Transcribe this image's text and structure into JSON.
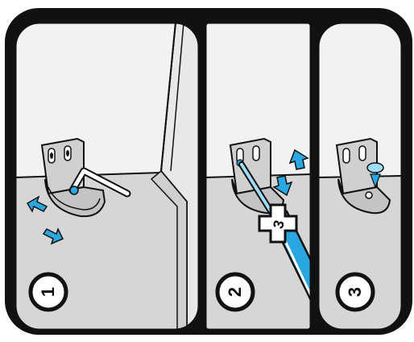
{
  "illustration": {
    "steps": [
      {
        "number": "1",
        "tool": "hex-key",
        "motion": "bracket-slide"
      },
      {
        "number": "2",
        "tool": "screwdriver",
        "motion": "up-down-adjust",
        "tool_badge": "3"
      },
      {
        "number": "3",
        "tool": "cap",
        "motion": "press-down"
      }
    ]
  },
  "colors": {
    "frame": "#111111",
    "floor": "#d9d9d9",
    "wall": "#f1f1f1",
    "metal": "#c8c8c8",
    "accent_blue": "#2aa7e0"
  }
}
